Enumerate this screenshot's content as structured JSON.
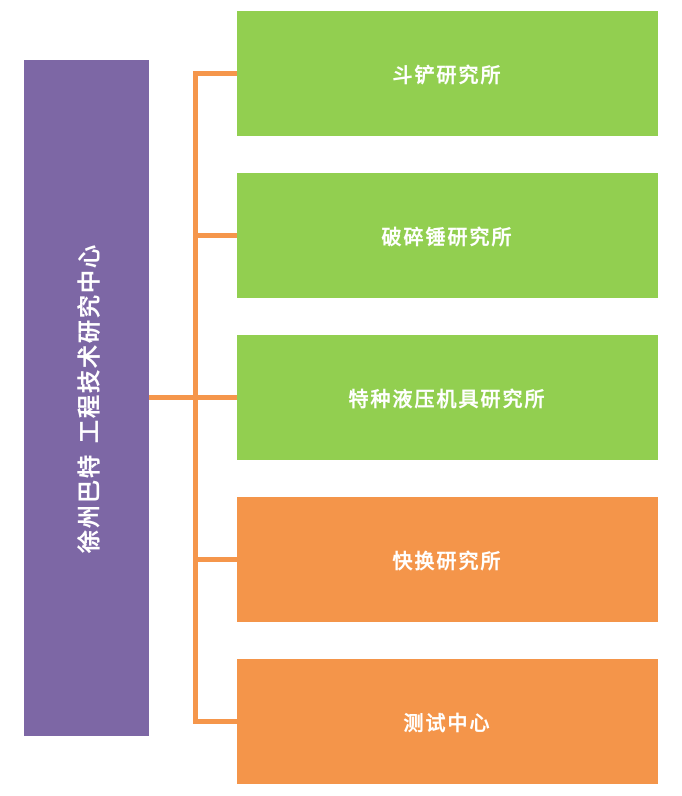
{
  "diagram": {
    "type": "org-chart",
    "title": "徐州巴特 工程技术研究中心 organization chart",
    "root": {
      "label": "徐州巴特 工程技术研究中心",
      "color": "#7D67A5",
      "text_color": "#FFFFFF",
      "orientation": "vertical-bottom-to-top"
    },
    "nodes": [
      {
        "label": "斗铲研究所",
        "color": "#92CF50"
      },
      {
        "label": "破碎锤研究所",
        "color": "#92CF50"
      },
      {
        "label": "特种液压机具研究所",
        "color": "#92CF50"
      },
      {
        "label": "快换研究所",
        "color": "#F4954A"
      },
      {
        "label": "测试中心",
        "color": "#F4954A"
      }
    ],
    "colors": {
      "root_background": "#7D67A5",
      "green_node": "#92CF50",
      "orange_node": "#F4954A",
      "connector": "#F5964B",
      "text": "#FFFFFF",
      "page_background": "#FFFFFF"
    }
  }
}
